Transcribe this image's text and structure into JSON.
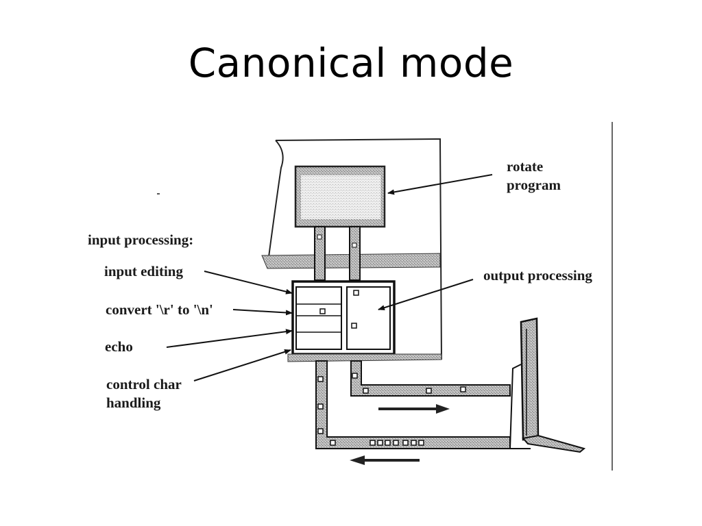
{
  "slide": {
    "title": "Canonical mode"
  },
  "diagram": {
    "labels": {
      "rotate_line1": "rotate",
      "rotate_line2": "program",
      "input_processing": "input processing:",
      "input_editing": "input editing",
      "convert": "convert '\\r' to '\\n'",
      "echo": "echo",
      "control_line1": "control char",
      "control_line2": "handling",
      "output_processing": "output processing"
    }
  }
}
